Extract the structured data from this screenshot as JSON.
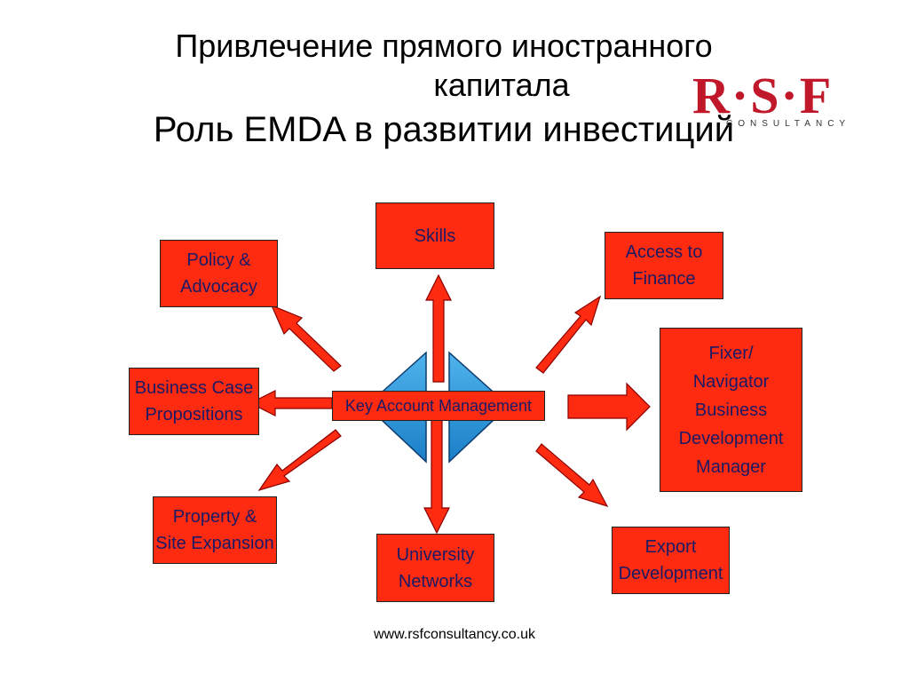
{
  "title": {
    "line1": "Привлечение прямого иностранного",
    "line2": "капитала",
    "line3": "Роль EMDA в развитии инвестиций"
  },
  "logo": {
    "main": "R·S·F",
    "sub": "CONSULTANCY"
  },
  "center": {
    "label": "Key Account Management"
  },
  "nodes": {
    "skills": "Skills",
    "policy": "Policy &\nAdvocacy",
    "access": "Access to\nFinance",
    "fixer": "Fixer/\nNavigator\nBusiness\nDevelopment\nManager",
    "business_case": "Business Case\nPropositions",
    "property": "Property &\nSite Expansion",
    "university": "University\nNetworks",
    "export": "Export\nDevelopment"
  },
  "footer": {
    "url": "www.rsfconsultancy.co.uk"
  },
  "colors": {
    "box_fill": "#ff2b10",
    "diamond": "#1e90d8",
    "logo": "#c0182a",
    "box_text": "#1a1a66"
  }
}
